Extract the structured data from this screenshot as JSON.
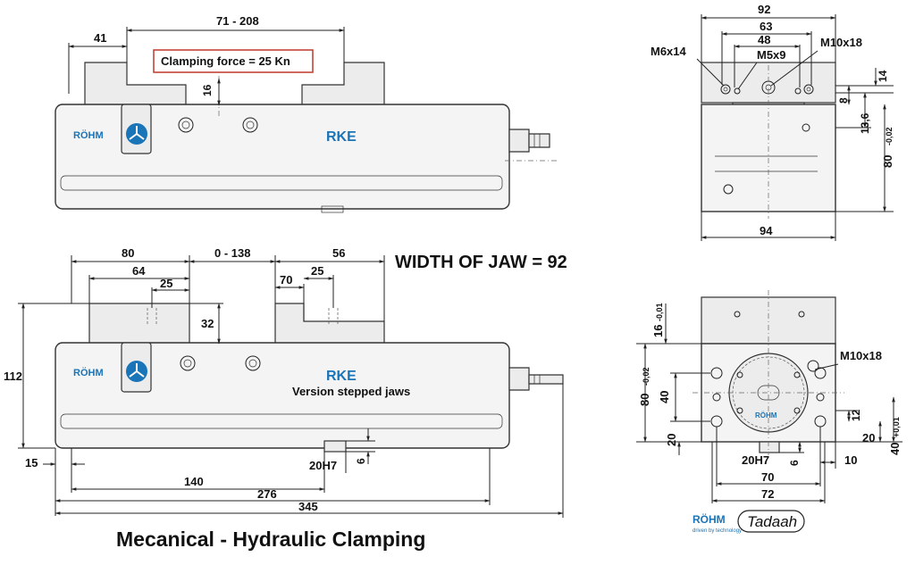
{
  "labels": {
    "width_of_jaw": "WIDTH  OF JAW = 92",
    "title": "Mecanical - Hydraulic Clamping",
    "clamping_force": "Clamping force = 25 Kn",
    "model": "RKE",
    "model_bottom": "RKE",
    "version": "Version stepped jaws",
    "brand": "RÖHM",
    "brand_small": "RÖHM",
    "brand_tagline": "driven by technology",
    "partner_logo": "Tadaah"
  },
  "dims": {
    "top": {
      "d71_208": "71 - 208",
      "d41": "41",
      "d16": "16"
    },
    "bottom": {
      "d80": "80",
      "d64": "64",
      "d25a": "25",
      "d0_138": "0 - 138",
      "d70": "70",
      "d25b": "25",
      "d56": "56",
      "d32": "32",
      "d112": "112",
      "d15": "15",
      "d20h7": "20H7",
      "d6": "6",
      "d140": "140",
      "d276": "276",
      "d345": "345"
    },
    "end_top": {
      "d92": "92",
      "d63": "63",
      "d48": "48",
      "m6x14": "M6x14",
      "m5x9": "M5x9",
      "m10x18": "M10x18",
      "d14": "14",
      "d8": "8",
      "d13_6": "13,6",
      "d80": "80",
      "tol80": "-0,02",
      "d94": "94"
    },
    "end_bottom": {
      "d16": "16",
      "tol16": "-0,01",
      "m10x18": "M10x18",
      "d80": "80",
      "tol80": "-0,02",
      "d40": "40",
      "d12": "12",
      "d40r": "40",
      "tol40r": "+0,01",
      "d20l": "20",
      "d20r": "20",
      "d20h7": "20H7",
      "d6": "6",
      "d10": "10",
      "d70": "70",
      "d72": "72"
    }
  }
}
